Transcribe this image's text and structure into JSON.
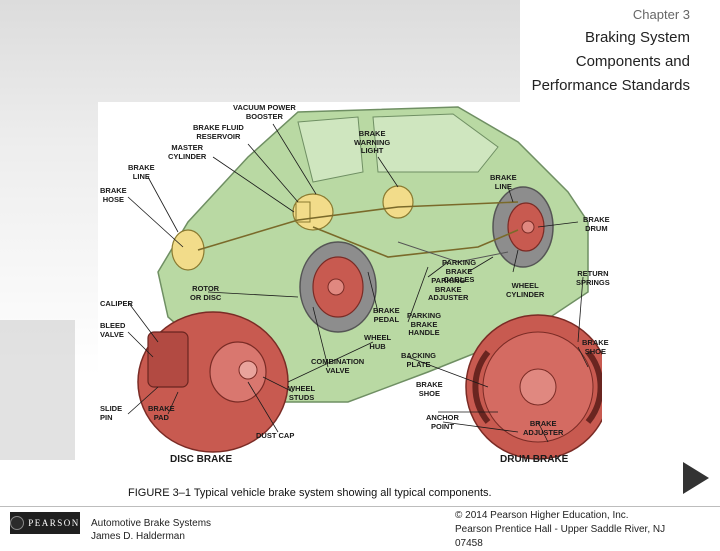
{
  "header": {
    "chapter": "Chapter 3",
    "title_lines": [
      "Braking System",
      "Components and",
      "Performance Standards"
    ]
  },
  "figure": {
    "labels": {
      "vacuum_power_booster": "VACUUM POWER\nBOOSTER",
      "brake_fluid_reservoir": "BRAKE FLUID\nRESERVOIR",
      "master_cylinder": "MASTER\nCYLINDER",
      "brake_line_left": "BRAKE\nLINE",
      "brake_hose": "BRAKE\nHOSE",
      "brake_warning_light": "BRAKE\nWARNING\nLIGHT",
      "brake_line_right": "BRAKE\nLINE",
      "brake_drum": "BRAKE\nDRUM",
      "parking_brake_cables": "PARKING\nBRAKE\nCABLES",
      "parking_brake_adjuster": "PARKING\nBRAKE\nADJUSTER",
      "wheel_cylinder": "WHEEL\nCYLINDER",
      "return_springs": "RETURN\nSPRINGS",
      "rotor_or_disc": "ROTOR\nOR DISC",
      "caliper": "CALIPER",
      "bleed_valve": "BLEED\nVALVE",
      "brake_pedal": "BRAKE\nPEDAL",
      "parking_brake_handle": "PARKING\nBRAKE\nHANDLE",
      "wheel_hub": "WHEEL\nHUB",
      "backing_plate": "BACKING\nPLATE",
      "brake_shoe_right": "BRAKE\nSHOE",
      "combination_valve": "COMBINATION\nVALVE",
      "brake_shoe_center": "BRAKE\nSHOE",
      "wheel_studs": "WHEEL\nSTUDS",
      "slide_pin": "SLIDE\nPIN",
      "brake_pad": "BRAKE\nPAD",
      "anchor_point": "ANCHOR\nPOINT",
      "dust_cap": "DUST CAP",
      "brake_adjuster": "BRAKE\nADJUSTER"
    },
    "disc_brake_title": "DISC BRAKE",
    "drum_brake_title": "DRUM BRAKE",
    "colors": {
      "car_body": "#b9d9a3",
      "brake_red": "#c85a50",
      "booster_yellow": "#f2dc8a",
      "tire_gray": "#8d8d8d"
    }
  },
  "caption": "FIGURE 3–1 Typical vehicle brake system showing all typical components.",
  "footer": {
    "logo": "PEARSON",
    "book_title": "Automotive Brake Systems",
    "author": "James D. Halderman",
    "copyright": "© 2014 Pearson Higher Education, Inc.",
    "publisher": "Pearson Prentice Hall - Upper Saddle River, NJ",
    "zip": "07458"
  },
  "nav": {
    "next_icon": "play-triangle"
  }
}
